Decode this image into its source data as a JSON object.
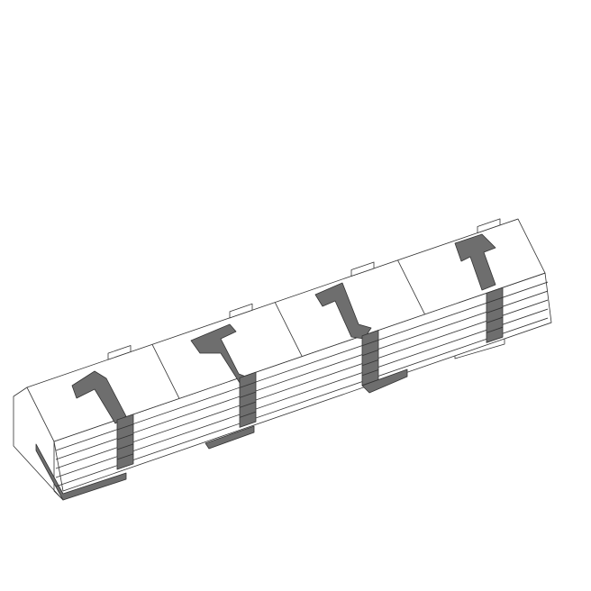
{
  "diagram": {
    "kind": "axonometric building massing",
    "modules": 4,
    "floors": 5,
    "colors": {
      "background": "#ffffff",
      "surface": "#ffffff",
      "line": "#333333",
      "core": "#6e6e6e"
    }
  }
}
